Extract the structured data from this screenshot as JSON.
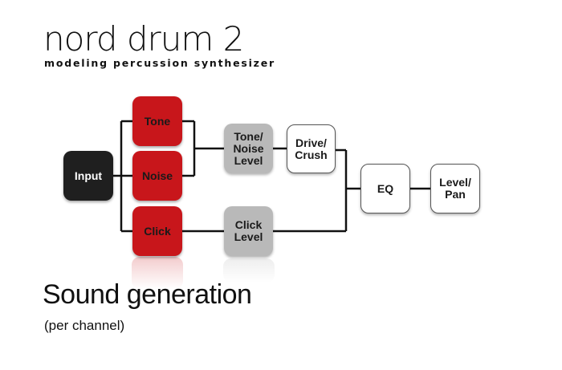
{
  "header": {
    "logo": "nord drum 2",
    "tagline": "modeling percussion synthesizer"
  },
  "blocks": {
    "input": "Input",
    "tone": "Tone",
    "noise": "Noise",
    "click": "Click",
    "tone_noise_level": "Tone/\nNoise\nLevel",
    "click_level": "Click\nLevel",
    "drive_crush": "Drive/\nCrush",
    "eq": "EQ",
    "level_pan": "Level/\nPan"
  },
  "footer": {
    "title": "Sound generation",
    "subtitle": "(per channel)"
  },
  "colors": {
    "input_block": "#1f1f1f",
    "source_block": "#c8161b",
    "level_block": "#b9b9b9",
    "process_block": "#ffffff",
    "wire": "#111111"
  }
}
